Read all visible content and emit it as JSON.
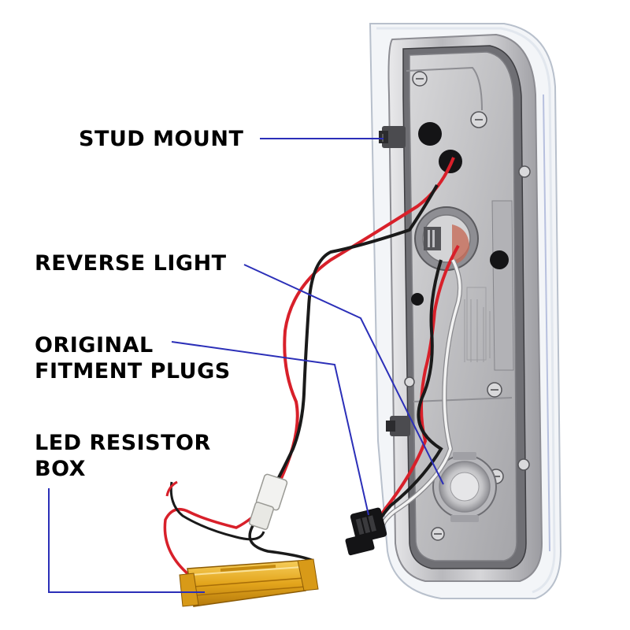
{
  "callouts": {
    "stud_mount": {
      "lines": [
        "STUD MOUNT"
      ]
    },
    "reverse_light": {
      "lines": [
        "REVERSE LIGHT"
      ]
    },
    "fitment_plugs": {
      "lines": [
        "ORIGINAL",
        "FITMENT PLUGS"
      ]
    },
    "resistor_box": {
      "lines": [
        "LED RESISTOR",
        "BOX"
      ]
    }
  },
  "colors": {
    "background": "#ffffff",
    "label_text": "#000000",
    "leader_line": "#2b2fb8",
    "wire_red": "#d8202a",
    "wire_black": "#1a1a1a",
    "wire_white": "#eeeeee",
    "resistor_gold": "#e3a51c",
    "housing_chrome": "#cfcfd2"
  },
  "icons": {
    "tail_light": "tail-light-assembly-icon",
    "resistor": "resistor-box-icon",
    "connector": "plug-connector-icon"
  }
}
